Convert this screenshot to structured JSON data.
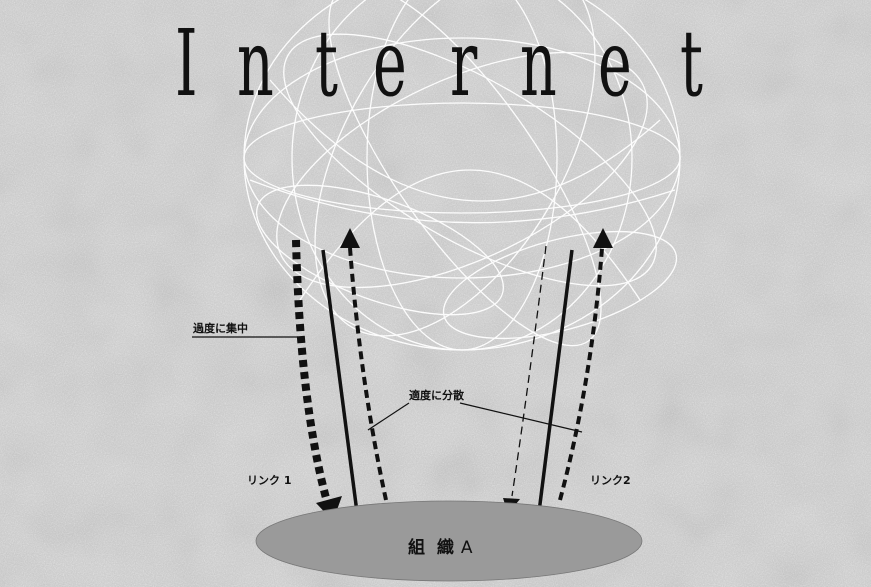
{
  "title": "Internet",
  "labels": {
    "concentration": "過度に集中",
    "dispersion": "適度に分散",
    "link1": "リンク 1",
    "link2": "リンク2",
    "organization": "組 織",
    "organization_suffix": "A"
  },
  "colors": {
    "background": "#c6c6c6",
    "globe_lines": "#ffffff",
    "organization_fill": "#9a9a9a",
    "arrows": "#111111"
  },
  "icons": [
    "globe-icon"
  ]
}
